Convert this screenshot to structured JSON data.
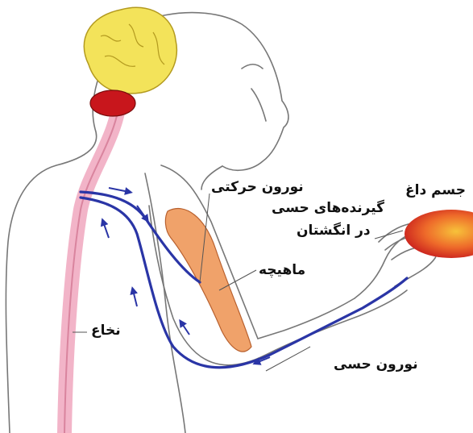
{
  "labels": {
    "hot_object": "جسم داغ",
    "motor_neuron": "نورون حرکتی",
    "receptors_line1": "گیرنده‌های حسی",
    "receptors_line2": "در انگشتان",
    "muscle": "ماهیچه",
    "spinal_cord": "نخاع",
    "sensory_neuron": "نورون حسی"
  },
  "colors": {
    "brain": "#f3e35a",
    "cerebellum": "#c8161c",
    "spinal_cord": "#f2b4c8",
    "neuron": "#2a35a6",
    "muscle": "#f0a26a",
    "hot_object": "#e8342a",
    "outline": "#777777"
  }
}
